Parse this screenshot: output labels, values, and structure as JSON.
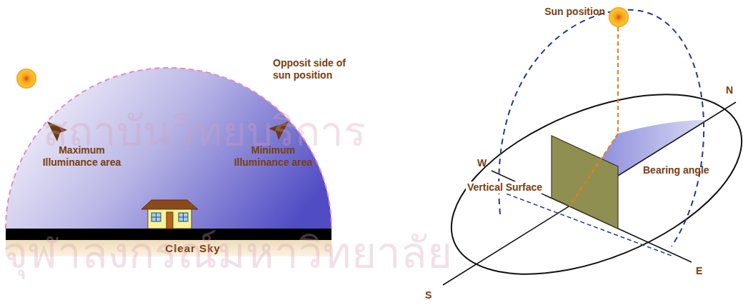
{
  "diagram": {
    "labels": [
      "Maximum Illuminance area",
      "Opposit side of sun position",
      "Minimum Illuminance area",
      "Clear Sky",
      "Sun position",
      "Bearing angle",
      "W",
      "Vertical Surface",
      "N",
      "E",
      "S",
      "สถาบันวิทยบริการ",
      "จุฬาลงกรณ์มหาวิทยาลัย"
    ]
  }
}
